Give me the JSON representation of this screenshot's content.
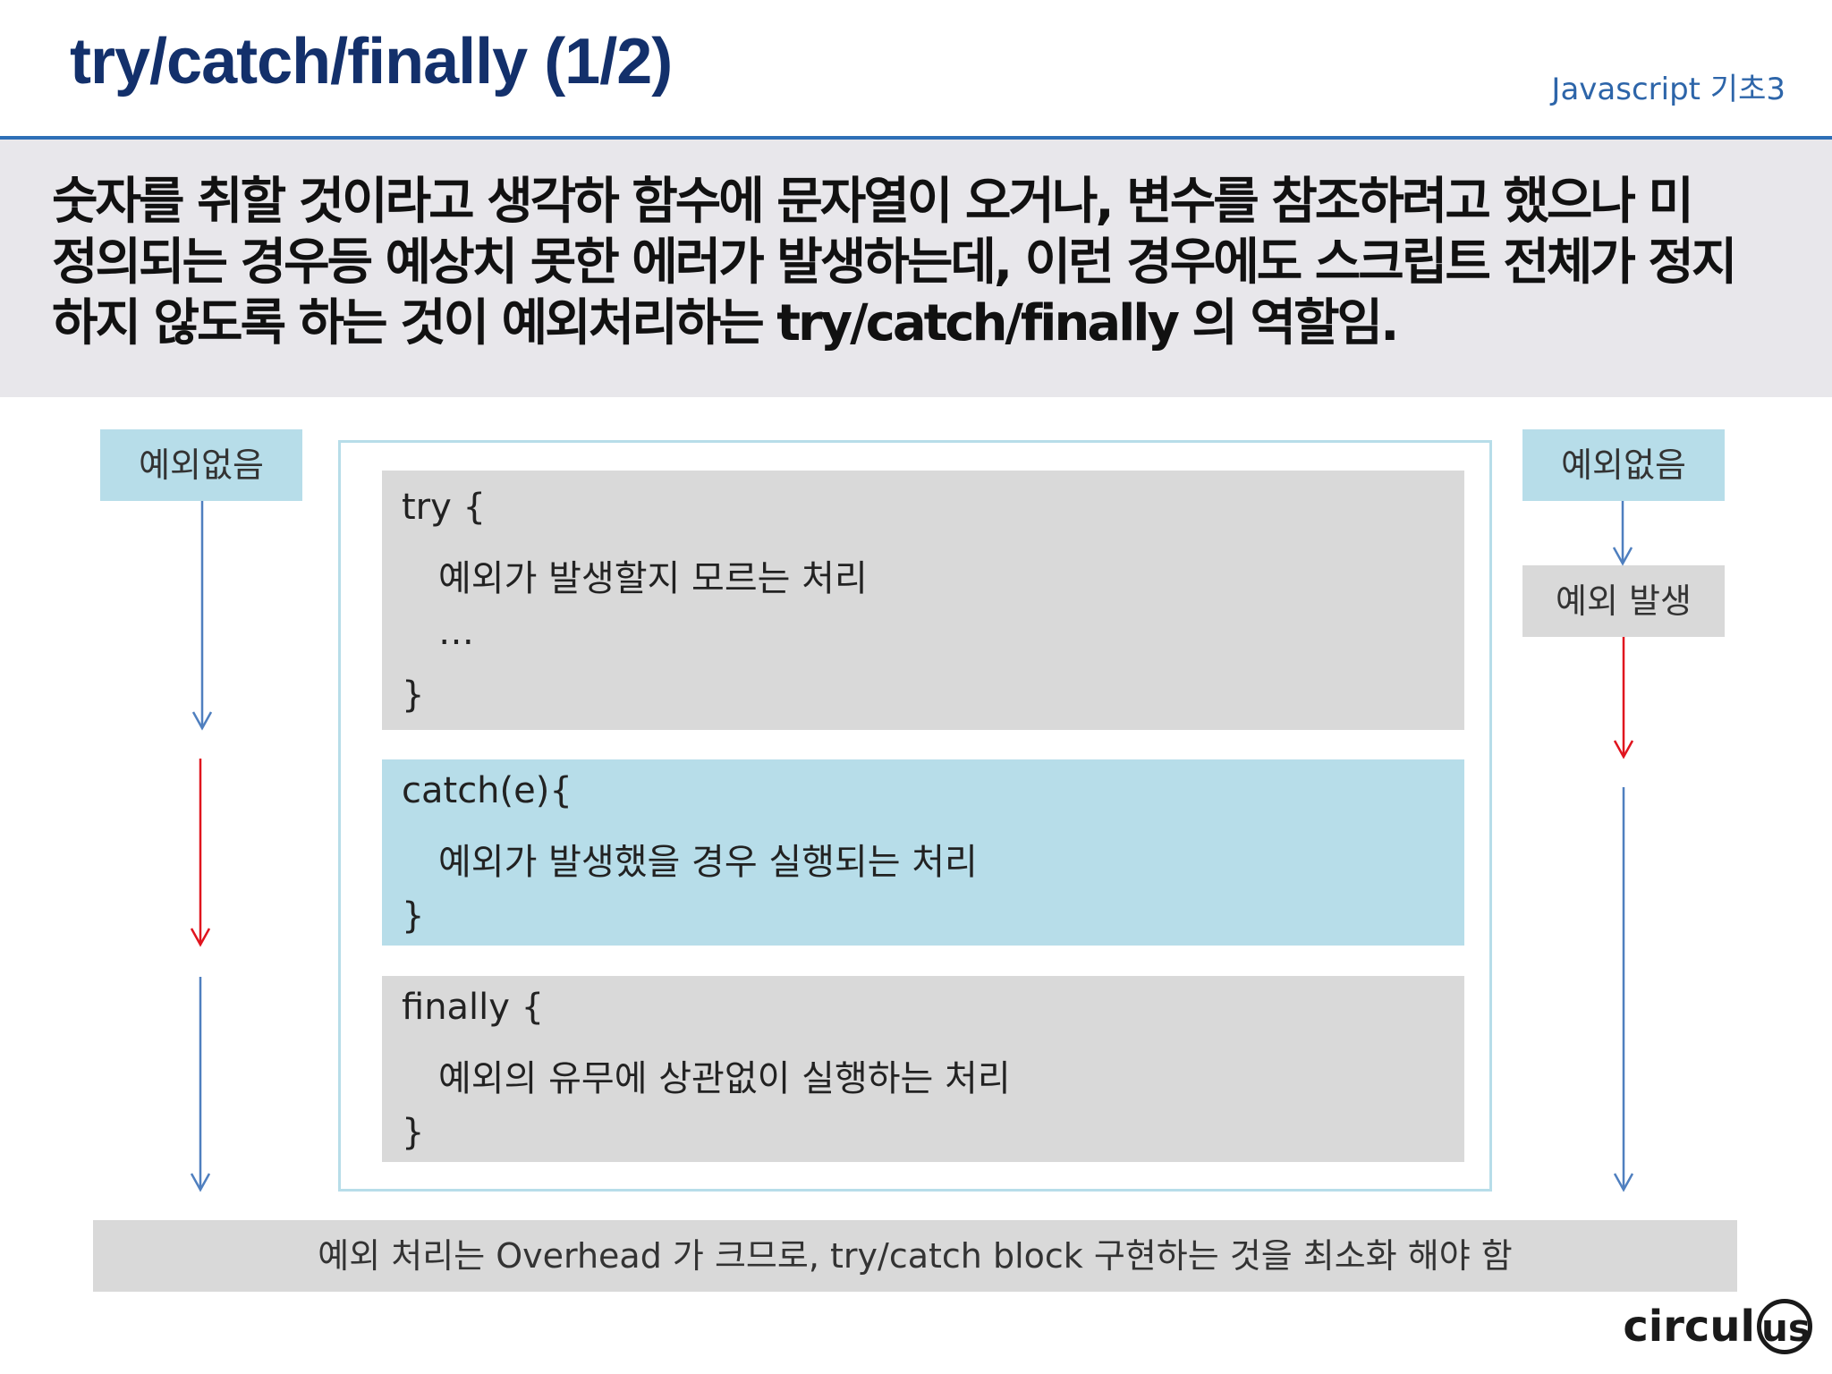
{
  "header": {
    "title": "try/catch/finally (1/2)",
    "subtitle": "Javascript 기초3"
  },
  "banner": {
    "lines": [
      "숫자를 취할 것이라고 생각하 함수에 문자열이 오거나, 변수를 참조하려고 했으나 미",
      "정의되는 경우등 예상치 못한 에러가 발생하는데, 이런 경우에도 스크립트 전체가 정지",
      "하지 않도록 하는 것이 예외처리하는 try/catch/finally 의 역할임."
    ]
  },
  "code": {
    "try": {
      "open": "try {",
      "body1": "예외가 발생할지 모르는 처리",
      "body2": "…",
      "close": "}"
    },
    "catch": {
      "open": "catch(e){",
      "body1": "예외가 발생했을 경우 실행되는 처리",
      "close": "}"
    },
    "finally": {
      "open": "finally {",
      "body1": "예외의 유무에 상관없이 실행하는 처리",
      "close": "}"
    }
  },
  "flows": {
    "left_label": "예외없음",
    "right_label": "예외없음",
    "right_event_label": "예외 발생"
  },
  "footer": {
    "note": "예외 처리는 Overhead 가 크므로, try/catch block 구현하는 것을 최소화 해야 함"
  },
  "logo": {
    "text_main": "circul",
    "text_circle": "us"
  },
  "colors": {
    "title": "#13306b",
    "accent_rule": "#2e6fb7",
    "arrow_normal": "#4f7fbf",
    "arrow_error": "#e0141e",
    "catch_block": "#b7dde9",
    "gray_block": "#d9d9d9"
  }
}
